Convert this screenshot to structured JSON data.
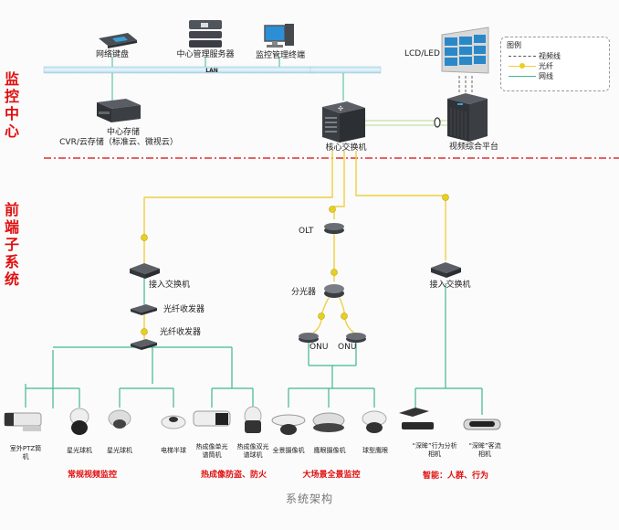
{
  "caption": "系统架构",
  "sections": {
    "center": "监控中心",
    "front": "前端子系统"
  },
  "network": {
    "lan_label": "LAN"
  },
  "center_devices": {
    "keyboard": "网络键盘",
    "server": "中心管理服务器",
    "terminal": "监控管理终端",
    "storage_line1": "中心存储",
    "storage_line2": "CVR/云存储（标准云、微视云）",
    "display": "LCD/LED",
    "core_switch": "核心交换机",
    "video_platform": "视频综合平台"
  },
  "legend": {
    "title": "图例",
    "items": [
      {
        "label": "视频线",
        "style": "dashed",
        "color": "#555555"
      },
      {
        "label": "光纤",
        "style": "fiber",
        "color": "#f0d040"
      },
      {
        "label": "网线",
        "style": "solid",
        "color": "#40b890"
      }
    ]
  },
  "front_devices": {
    "access_switch_left": "接入交换机",
    "transceiver_1": "光纤收发器",
    "transceiver_2": "光纤收发器",
    "olt": "OLT",
    "splitter": "分光器",
    "onu_1": "ONU",
    "onu_2": "ONU",
    "access_switch_right": "接入交换机"
  },
  "cameras": [
    {
      "line1": "室外PTZ筒",
      "line2": "机"
    },
    {
      "line1": "星光球机",
      "line2": ""
    },
    {
      "line1": "星光球机",
      "line2": ""
    },
    {
      "line1": "电梯半球",
      "line2": ""
    },
    {
      "line1": "热成像单光",
      "line2": "谱筒机"
    },
    {
      "line1": "热成像双光",
      "line2": "谱球机"
    },
    {
      "line1": "全景摄像机",
      "line2": ""
    },
    {
      "line1": "鹰眼摄像机",
      "line2": ""
    },
    {
      "line1": "球型鹰眼",
      "line2": ""
    },
    {
      "line1": "“深眸”行为分析",
      "line2": "相机"
    },
    {
      "line1": "“深眸”客流",
      "line2": "相机"
    }
  ],
  "categories": [
    "常规视频监控",
    "热成像防盗、防火",
    "大场景全景监控",
    "智能：人群、行为"
  ],
  "colors": {
    "fiber": "#f0d040",
    "ethernet": "#40b890",
    "section_red": "#e01010",
    "divider": "#e03030"
  }
}
